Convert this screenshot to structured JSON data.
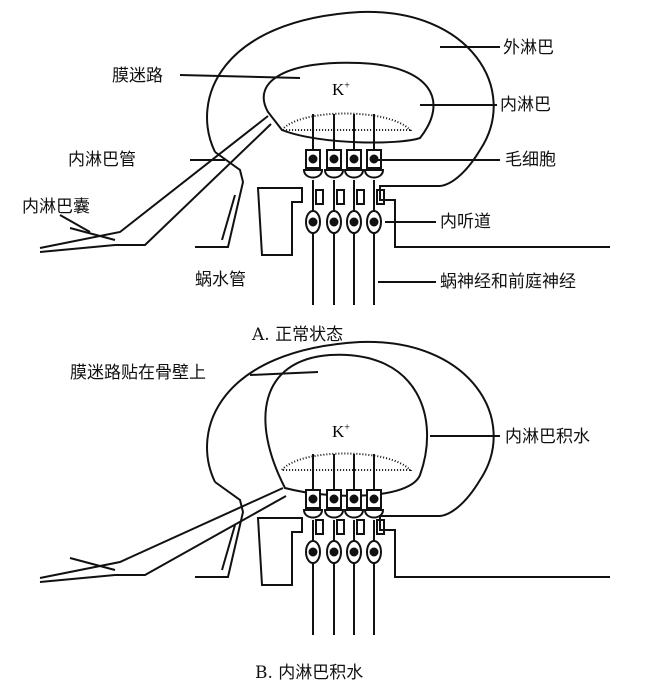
{
  "panel_a": {
    "caption": "A. 正常状态",
    "ion": "K",
    "ion_charge": "+",
    "labels": {
      "perilymph": "外淋巴",
      "membranous_labyrinth": "膜迷路",
      "endolymph": "内淋巴",
      "endolymphatic_duct": "内淋巴管",
      "hair_cells": "毛细胞",
      "endolymphatic_sac": "内淋巴囊",
      "internal_auditory_canal": "内听道",
      "cochlear_aqueduct": "蜗水管",
      "nerves": "蜗神经和前庭神经"
    }
  },
  "panel_b": {
    "caption": "B. 内淋巴积水",
    "ion": "K",
    "ion_charge": "+",
    "labels": {
      "membrane_on_bone": "膜迷路贴在骨壁上",
      "hydrops": "内淋巴积水"
    }
  }
}
